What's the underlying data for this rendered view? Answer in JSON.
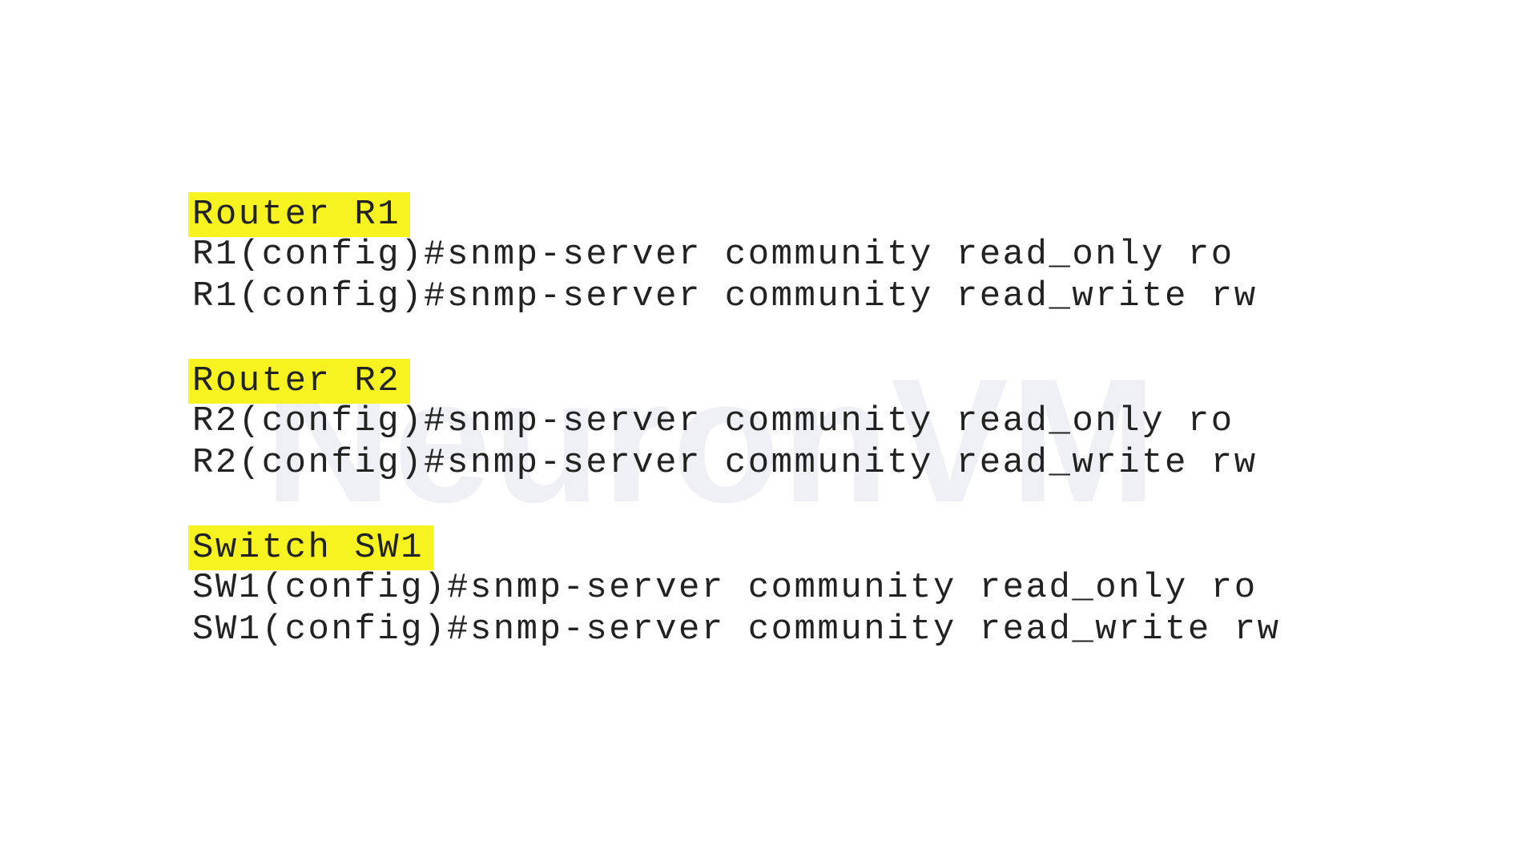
{
  "watermark": "NeuronVM",
  "sections": [
    {
      "heading": "Router R1",
      "lines": [
        "R1(config)#snmp-server community read_only ro",
        "R1(config)#snmp-server community read_write rw"
      ]
    },
    {
      "heading": "Router R2",
      "lines": [
        "R2(config)#snmp-server community read_only ro",
        "R2(config)#snmp-server community read_write rw"
      ]
    },
    {
      "heading": "Switch SW1",
      "lines": [
        "SW1(config)#snmp-server community read_only ro",
        "SW1(config)#snmp-server community read_write rw"
      ]
    }
  ],
  "highlight_color": "#f7f321"
}
